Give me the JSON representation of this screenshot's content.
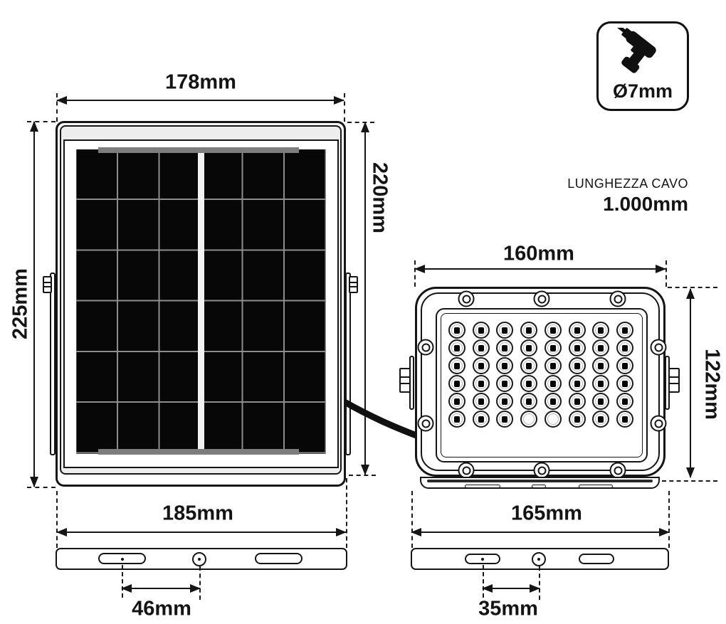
{
  "drill_badge": {
    "label": "Ø7mm",
    "icon": "drill-icon"
  },
  "cable_note": {
    "title": "LUNGHEZZA CAVO",
    "value": "1.000mm"
  },
  "solar_panel": {
    "width_label": "178mm",
    "height_left_label": "225mm",
    "height_right_label": "220mm",
    "bracket_width_label": "185mm",
    "hole_spacing_label": "46mm"
  },
  "floodlight": {
    "width_label": "160mm",
    "height_label": "122mm",
    "bracket_width_label": "165mm",
    "hole_spacing_label": "35mm",
    "led_grid": {
      "columns": 8,
      "rows": 6,
      "total_leds": 48,
      "empty_positions": "2 sensor lenses bottom row center"
    }
  },
  "colors": {
    "line": "#151515",
    "panel_margin_fill": "#ededed",
    "cell_black": "#070707",
    "rail_gray": "#7d7d7d",
    "background": "#ffffff"
  }
}
